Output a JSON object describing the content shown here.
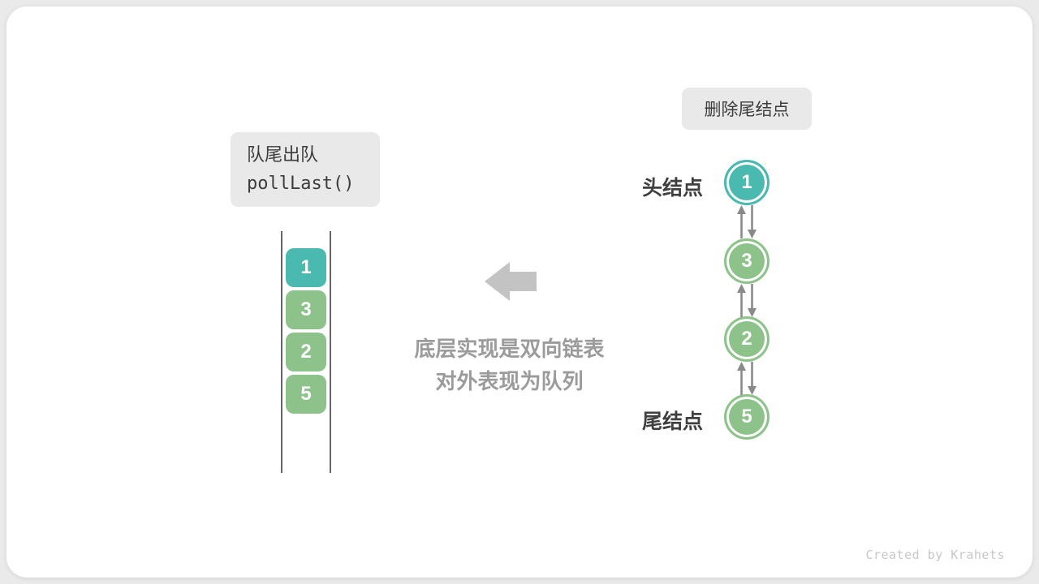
{
  "colors": {
    "teal": "#4ab9af",
    "green": "#8dc38a",
    "arrow_gray": "#8a8a8a",
    "block_arrow_gray": "#c3c3c3",
    "label_box_bg": "#e9e9e9",
    "caption_gray": "#9b9b9b",
    "dark_text": "#3c3c3c"
  },
  "left_panel": {
    "operation_title": "队尾出队",
    "operation_method": "pollLast()",
    "queue": [
      "1",
      "3",
      "2",
      "5"
    ]
  },
  "middle": {
    "caption_line1": "底层实现是双向链表",
    "caption_line2": "对外表现为队列"
  },
  "right_panel": {
    "label": "删除尾结点",
    "head_label": "头结点",
    "tail_label": "尾结点",
    "nodes": [
      "1",
      "3",
      "2",
      "5"
    ]
  },
  "watermark": "Created by Krahets"
}
